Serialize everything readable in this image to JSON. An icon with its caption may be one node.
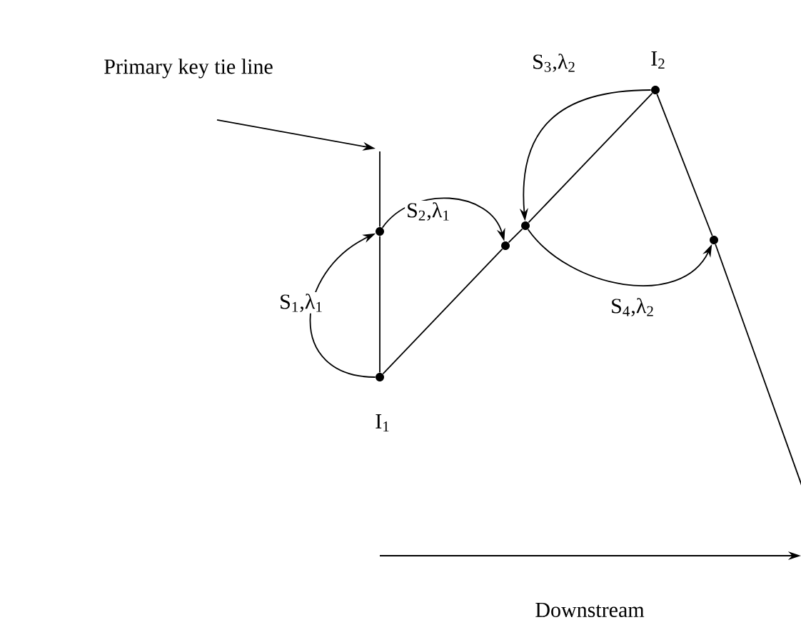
{
  "diagram": {
    "nodes": [
      {
        "text": [
          "Primary key tie line"
        ]
      },
      {
        "text": [],
        "shape": "circle"
      },
      {
        "text": [],
        "shape": "circle",
        "beside": [
          "I$_{1}$"
        ]
      },
      {
        "text": [],
        "shape": "circle"
      },
      {
        "text": [],
        "shape": "circle"
      },
      {
        "text": [],
        "shape": "circle",
        "beside": [
          "I$_{2}$"
        ]
      },
      {
        "text": [],
        "shape": "circle"
      }
    ],
    "edges": [
      {
        "from": 0,
        "to": null,
        "arrow": "to"
      },
      {
        "from": null,
        "to": 1,
        "arrow": "none"
      },
      {
        "from": 1,
        "to": 2,
        "arrow": "none"
      },
      {
        "from": 2,
        "to": 3,
        "arrow": "none"
      },
      {
        "from": 3,
        "to": 4,
        "arrow": "none"
      },
      {
        "from": 4,
        "to": 5,
        "arrow": "none"
      },
      {
        "from": 5,
        "to": 6,
        "arrow": "none"
      },
      {
        "from": 6,
        "to": null,
        "arrow": "none"
      },
      {
        "from": 2,
        "to": 1,
        "arrow": "to",
        "label": "S$_{1}$,λ$_{1}$"
      },
      {
        "from": 1,
        "to": 3,
        "arrow": "to",
        "label": "S$_{2}$,λ$_{1}$"
      },
      {
        "from": 5,
        "to": 4,
        "arrow": "to",
        "label": "S$_{3}$,λ$_{2}$"
      },
      {
        "from": 4,
        "to": 6,
        "arrow": "to",
        "label": "S$_{4}$,λ$_{2}$"
      }
    ],
    "labels": [
      "Downstream"
    ]
  }
}
